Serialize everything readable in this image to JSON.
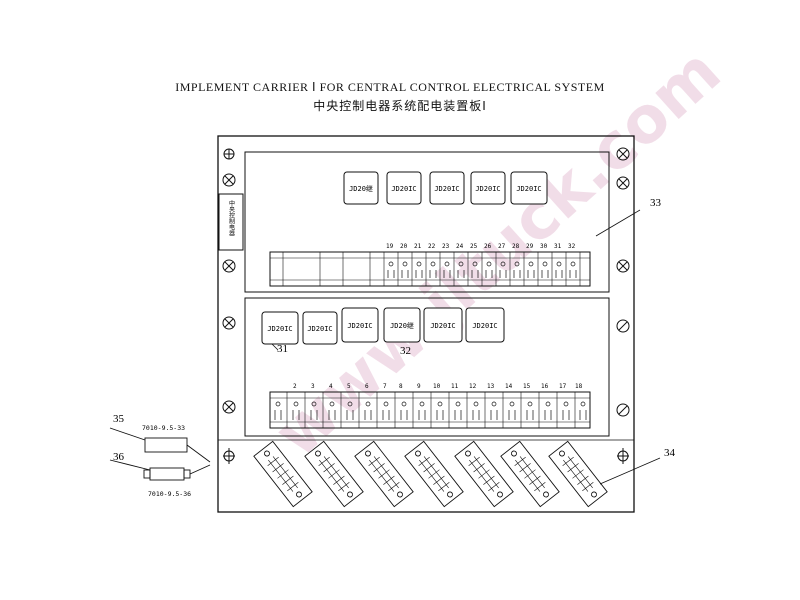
{
  "title_en": "IMPLEMENT CARRIER Ⅰ FOR CENTRAL CONTROL ELECTRICAL SYSTEM",
  "title_cn": "中央控制电器系统配电装置板Ⅰ",
  "watermark": "www.jltuck.com",
  "side_label": "中央控制电器",
  "upper_relays": [
    "JD20继",
    "JD20IC",
    "JD20IC",
    "JD20IC",
    "JD20IC"
  ],
  "lower_relays": [
    "JD20IC",
    "JD20IC",
    "JD20IC",
    "JD20继",
    "JD20IC",
    "JD20IC"
  ],
  "upper_terminal_numbers": [
    "19",
    "20",
    "21",
    "22",
    "23",
    "24",
    "25",
    "26",
    "27",
    "28",
    "29",
    "30",
    "31",
    "32"
  ],
  "lower_terminal_numbers": [
    "2",
    "3",
    "4",
    "5",
    "6",
    "7",
    "8",
    "9",
    "10",
    "11",
    "12",
    "13",
    "14",
    "15",
    "16",
    "17",
    "18"
  ],
  "callouts": {
    "c31": "31",
    "c32": "32",
    "c33": "33",
    "c34": "34",
    "c35": "35",
    "c36": "36"
  },
  "part_numbers": {
    "p35": "7010-9.5-33",
    "p36": "7010-9.5-36"
  }
}
